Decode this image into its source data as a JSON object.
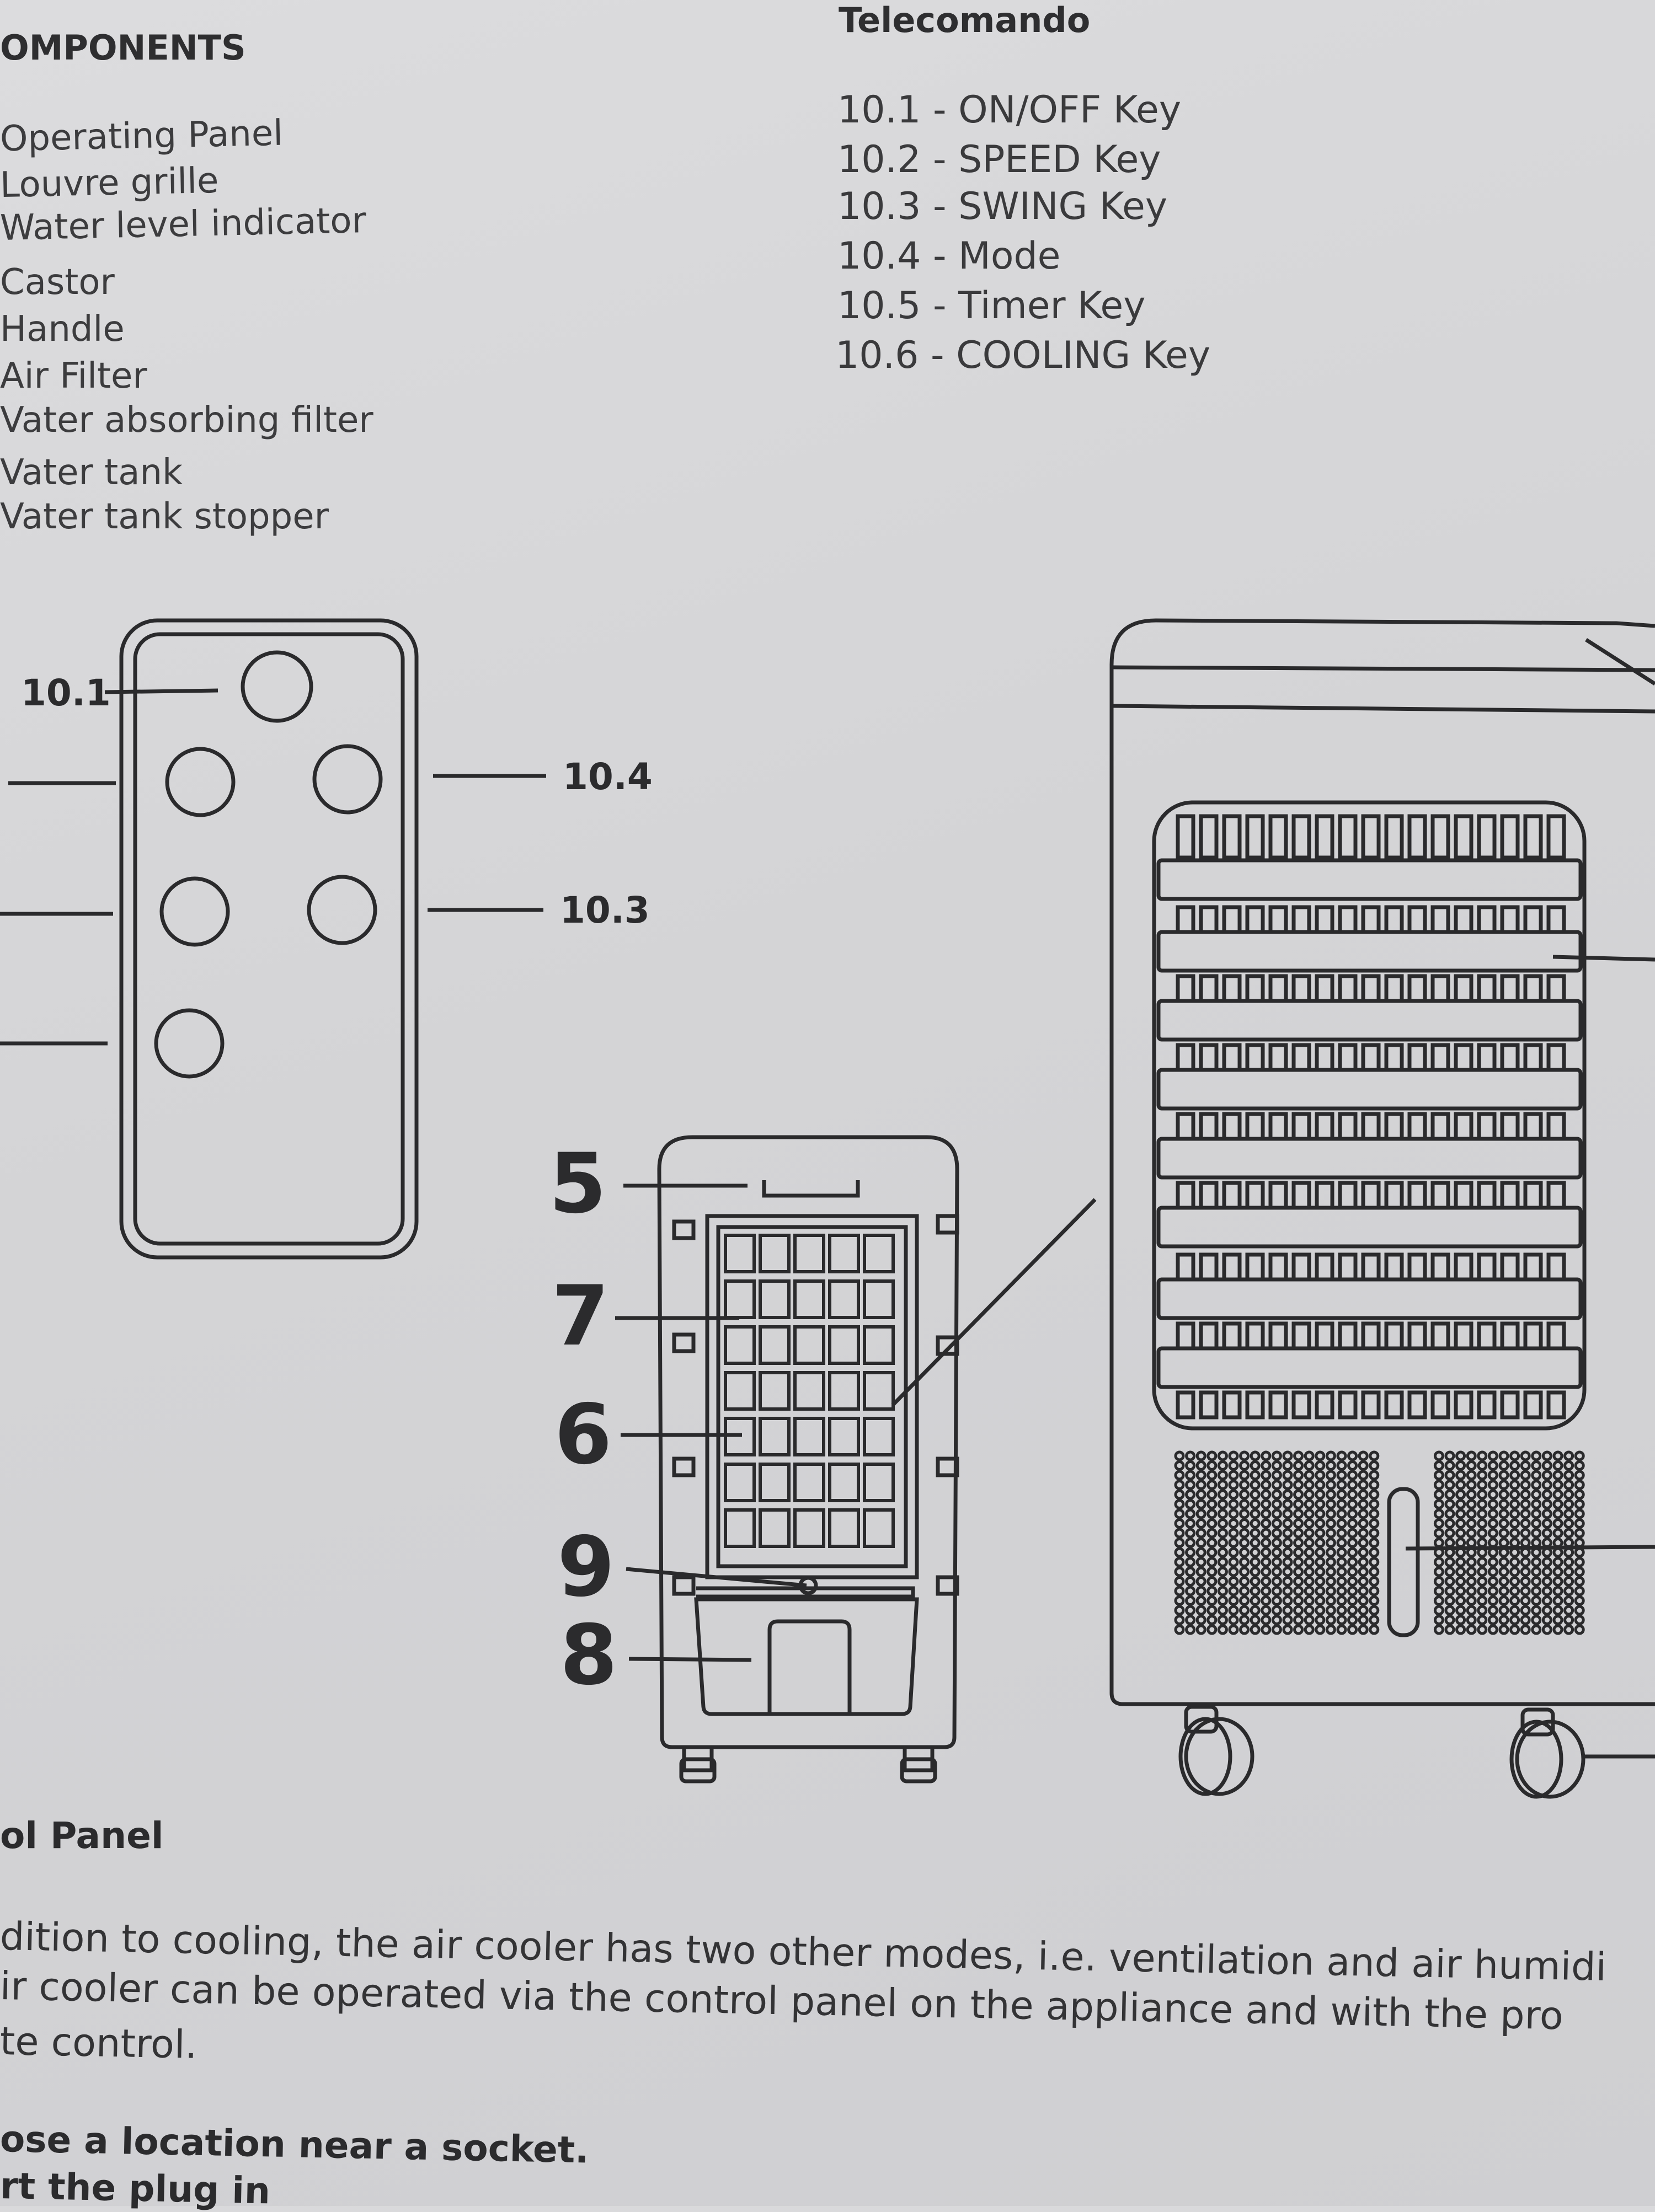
{
  "components": {
    "heading": "OMPONENTS",
    "items": [
      "Operating Panel",
      "Louvre grille",
      "Water level indicator",
      "Castor",
      "Handle",
      "Air Filter",
      "Vater absorbing filter",
      "Vater tank",
      "Vater tank stopper"
    ]
  },
  "remote": {
    "heading": "Telecomando",
    "keys": [
      "10.1 - ON/OFF Key",
      "10.2  - SPEED Key",
      "10.3  - SWING Key",
      "10.4  - Mode",
      "10.5 - Timer Key",
      "10.6 - COOLING Key"
    ],
    "callouts": {
      "c101": "10.1",
      "c104": "10.4",
      "c103": "10.3"
    }
  },
  "unit_callouts": {
    "n5": "5",
    "n7": "7",
    "n6": "6",
    "n9": "9",
    "n8": "8"
  },
  "control_panel": {
    "heading": "ol Panel",
    "paragraph_lines": [
      "dition to cooling, the air cooler has two other modes, i.e. ventilation and air humidi",
      "ir cooler can be operated via the control panel on the appliance and with the pro",
      "te control."
    ],
    "bold_lines": [
      "ose a location near a socket.",
      "rt the plug in"
    ]
  }
}
